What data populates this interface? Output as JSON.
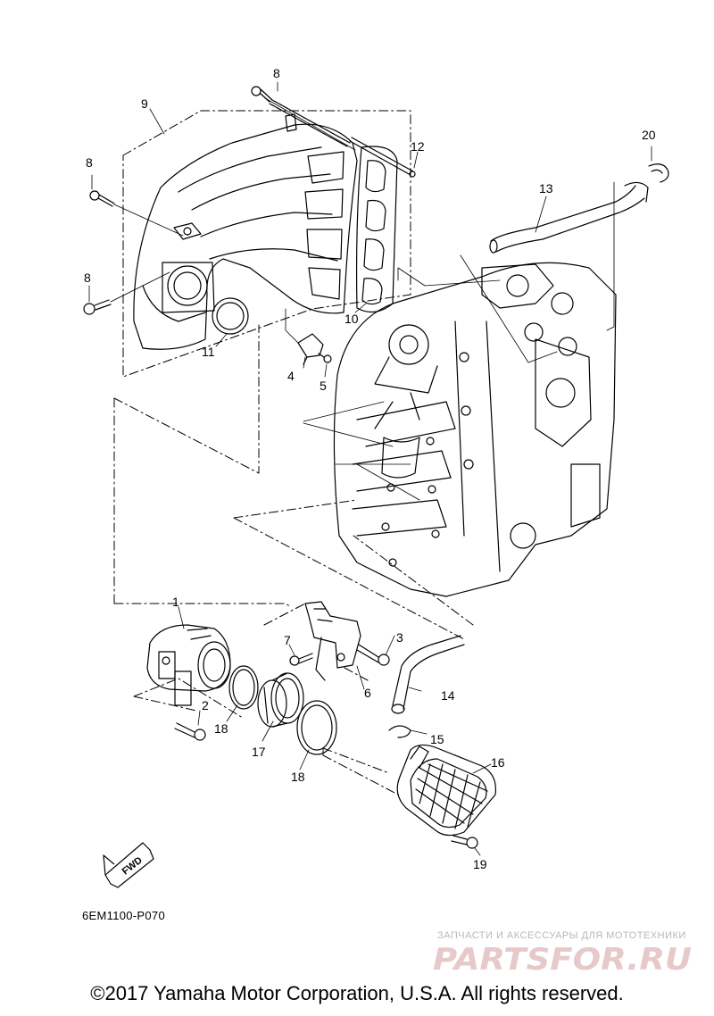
{
  "diagram": {
    "callouts": [
      "1",
      "2",
      "3",
      "4",
      "5",
      "6",
      "7",
      "8",
      "8",
      "8",
      "9",
      "10",
      "11",
      "12",
      "13",
      "14",
      "15",
      "16",
      "17",
      "18",
      "18",
      "19",
      "20"
    ],
    "drawing_code": "6EM1100-P070",
    "fwd_label": "FWD"
  },
  "watermark": {
    "tagline": "ЗАПЧАСТИ И АКСЕССУАРЫ ДЛЯ МОТОТЕХНИКИ",
    "logo_text": "PARTSFOR.RU",
    "color": "#e7c9c9"
  },
  "footer": {
    "copyright": "©2017 Yamaha Motor Corporation, U.S.A. All rights reserved."
  }
}
